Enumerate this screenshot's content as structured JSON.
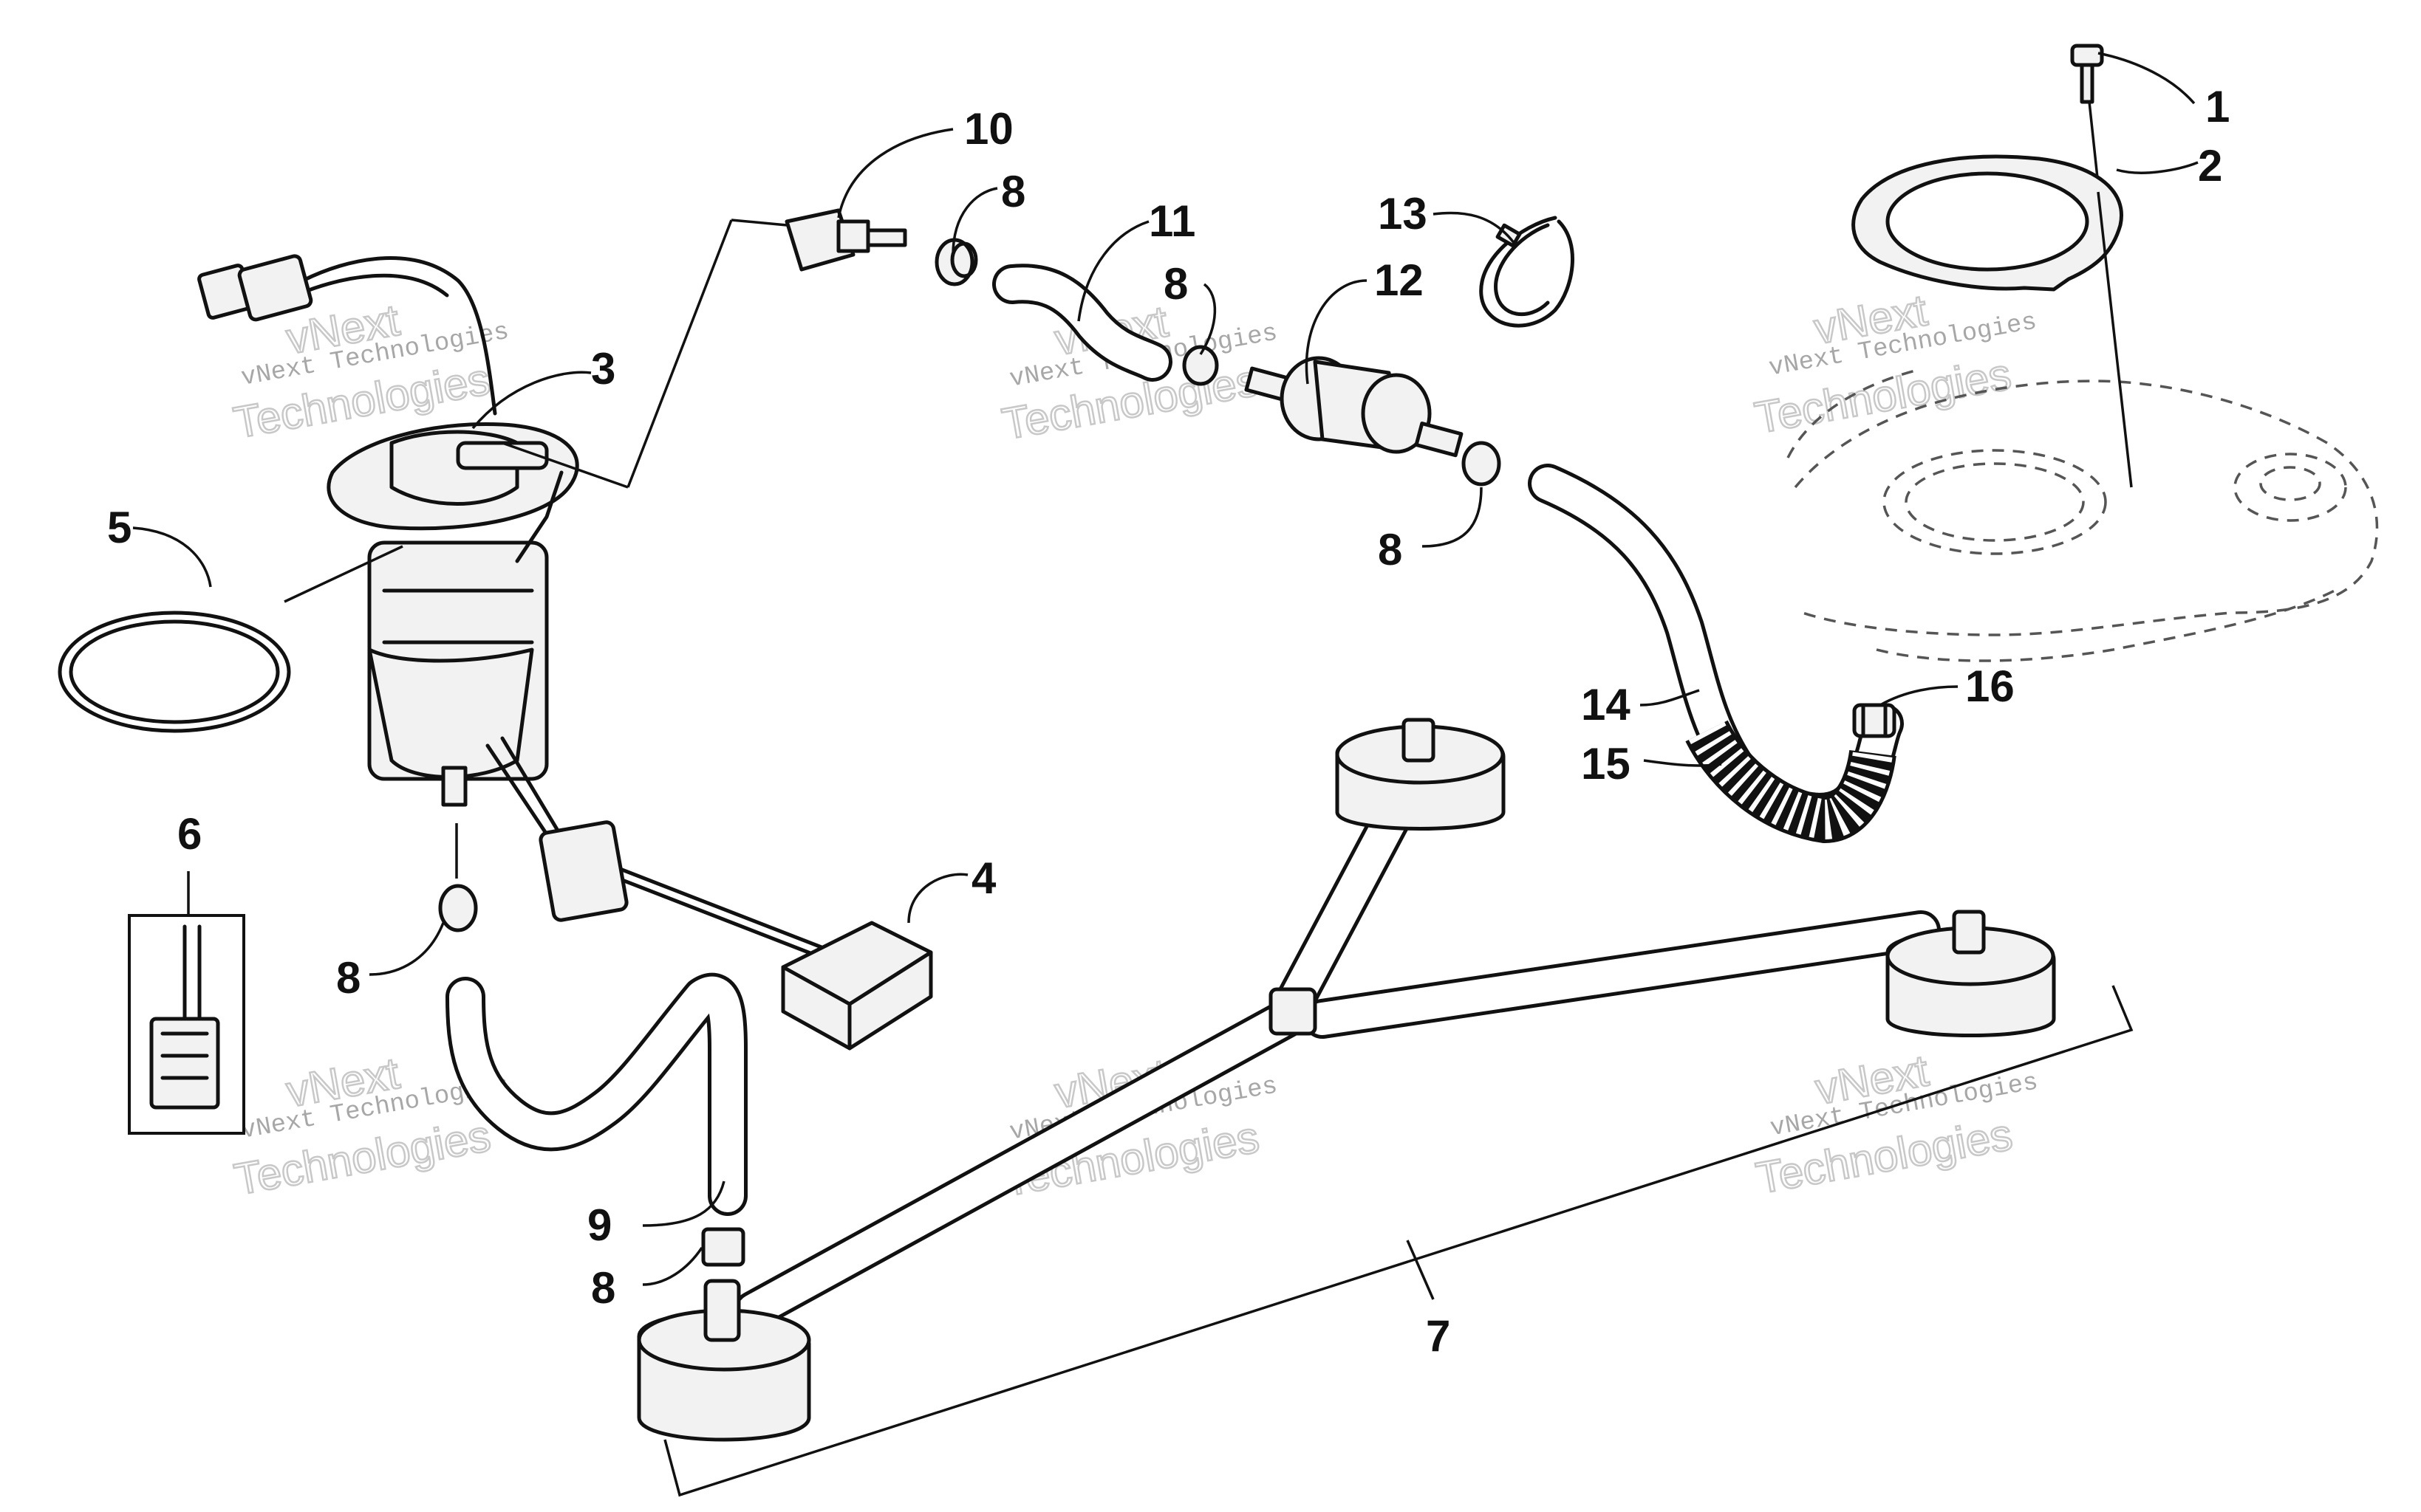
{
  "diagram": {
    "watermarks": [
      {
        "small": "vNext Technologies",
        "big": "Technologies",
        "top": "vNext"
      },
      {
        "small": "vNext Technologies",
        "big": "Technologies",
        "top": "vNext"
      },
      {
        "small": "vNext Technologies",
        "big": "Technologies",
        "top": "vNext"
      },
      {
        "small": "vNext Technologies",
        "big": "Technologies",
        "top": "vNext"
      },
      {
        "small": "vNext Technologies",
        "big": "Technologies",
        "top": "vNext"
      },
      {
        "small": "vNext Technologies",
        "big": "Technologies",
        "top": "vNext"
      }
    ],
    "callouts": {
      "c1": "1",
      "c2": "2",
      "c3": "3",
      "c4": "4",
      "c5": "5",
      "c6": "6",
      "c7": "7",
      "c8a": "8",
      "c8b": "8",
      "c8c": "8",
      "c8d": "8",
      "c8e": "8",
      "c9": "9",
      "c10": "10",
      "c11": "11",
      "c12": "12",
      "c13": "13",
      "c14": "14",
      "c15": "15",
      "c16": "16"
    }
  }
}
